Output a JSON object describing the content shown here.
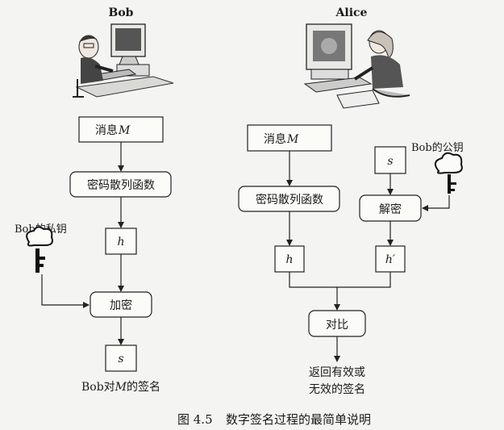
{
  "bob": {
    "name": "Bob",
    "msg_prefix": "消息",
    "msg_var": "M",
    "hash_fn": "密码散列函数",
    "hash_var": "h",
    "private_key_label": "Bob的私钥",
    "encrypt": "加密",
    "sig_var": "s",
    "output_prefix": "Bob对",
    "output_var": "M",
    "output_suffix": "的签名"
  },
  "alice": {
    "name": "Alice",
    "msg_prefix": "消息",
    "msg_var": "M",
    "hash_fn": "密码散列函数",
    "hash_var": "h",
    "sig_var": "s",
    "public_key_label": "Bob的公钥",
    "decrypt": "解密",
    "hash_prime": "h′",
    "compare": "对比",
    "result_line1": "返回有效或",
    "result_line2": "无效的签名"
  },
  "caption": {
    "figure_no": "图 4.5",
    "text": "数字签名过程的最简单说明"
  }
}
